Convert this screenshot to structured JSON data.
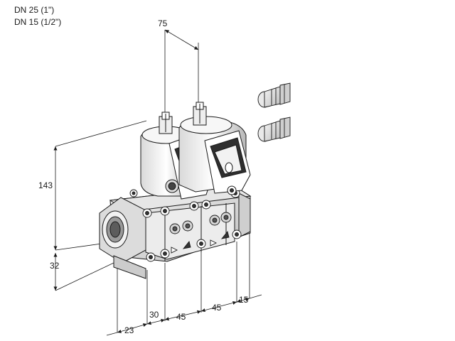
{
  "legend": {
    "line1": "DN 25 (1\")",
    "line2": "DN 15 (1/2\")"
  },
  "dimensions": {
    "top_width": "75",
    "height": "143",
    "base_height": "32",
    "offset_23": "23",
    "offset_30": "30",
    "spacing_a": "45",
    "spacing_b": "45",
    "offset_15": "15"
  },
  "icons": [
    "cable-gland-icon",
    "cable-gland-icon"
  ]
}
